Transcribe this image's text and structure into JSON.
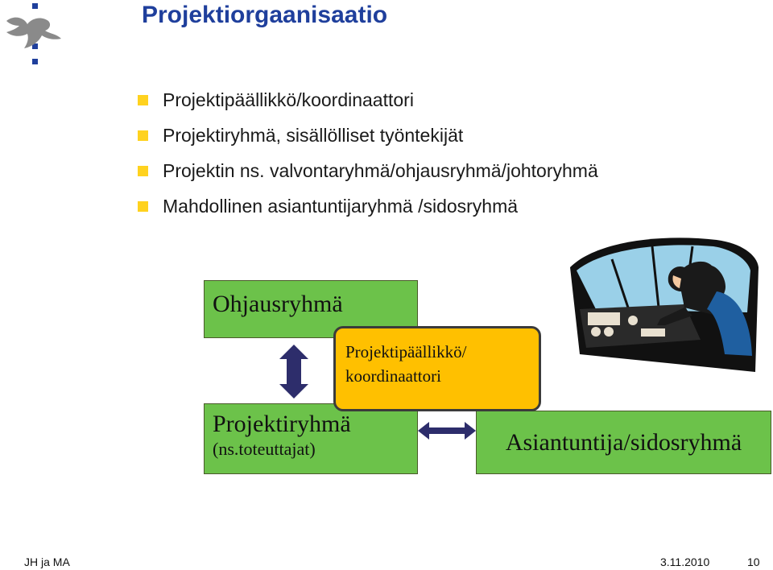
{
  "title": "Projektiorgaanisaatio",
  "bullets": [
    "Projektipäällikkö/koordinaattori",
    "Projektiryhmä, sisällölliset työntekijät",
    "Projektin ns. valvontaryhmä/ohjausryhmä/johtoryhmä",
    "Mahdollinen asiantuntijaryhmä /sidosryhmä"
  ],
  "diagram": {
    "ohjausryhma": "Ohjausryhmä",
    "projektipaallikko_line1": "Projektipäällikkö/",
    "projektipaallikko_line2": "koordinaattori",
    "projektiryhma": "Projektiryhmä",
    "projektiryhma_sub": "(ns.toteuttajat)",
    "asiantuntija": "Asiantuntija/sidosryhmä"
  },
  "footer": {
    "left": "JH ja MA",
    "date": "3.11.2010",
    "page": "10"
  },
  "colors": {
    "title": "#1f3f9c",
    "bullet": "#ffd21f",
    "box_green": "#6cc24a",
    "box_orange": "#ffc000",
    "arrow": "#2d2d6b"
  },
  "icons": [
    "university-logo-icon",
    "pilot-cockpit-illustration"
  ]
}
